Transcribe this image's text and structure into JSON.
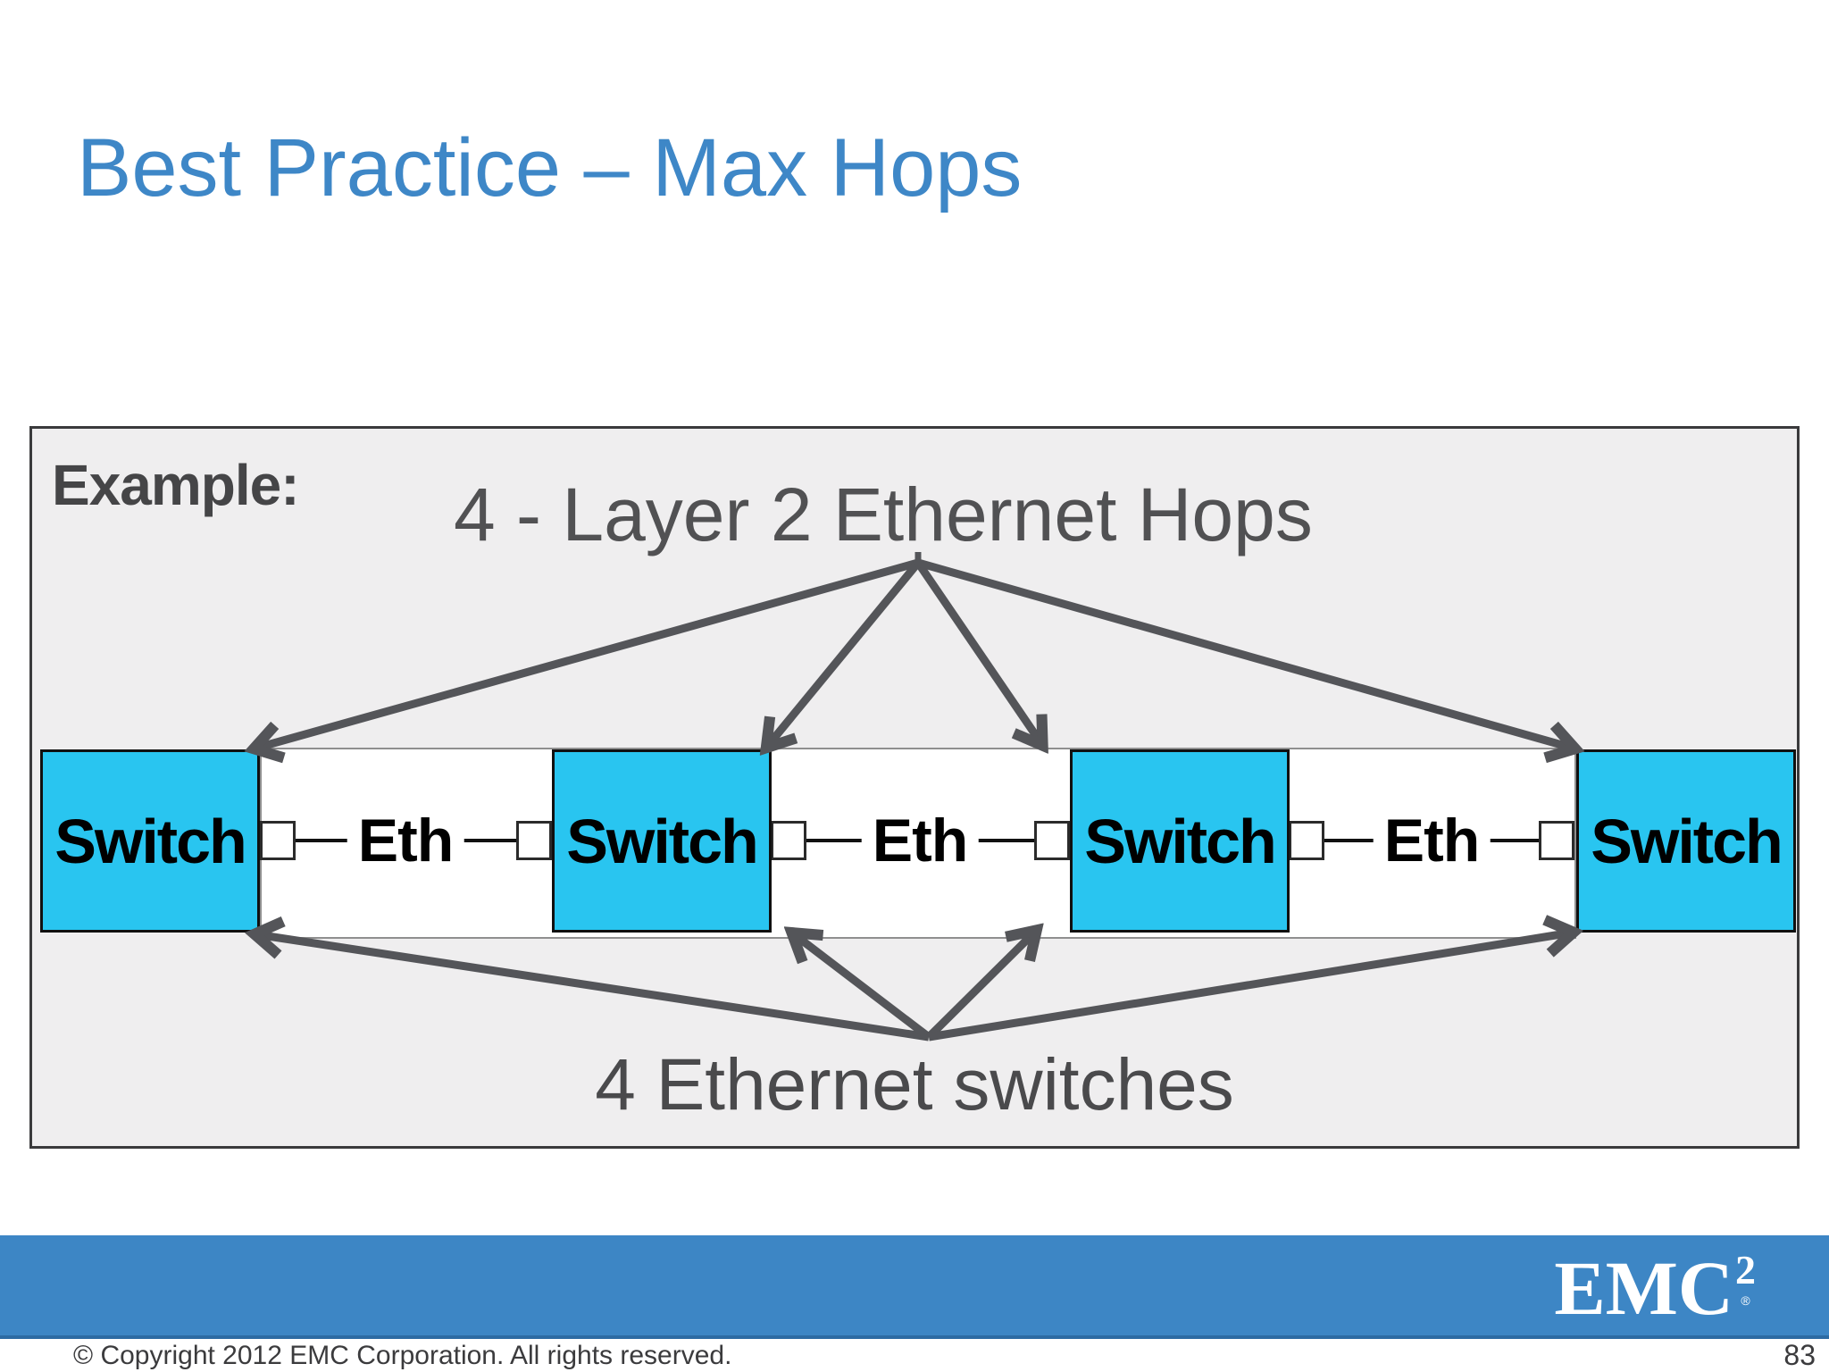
{
  "header": {
    "title": "Best Practice – Max Hops"
  },
  "diagram": {
    "example_label": "Example:",
    "top_caption": "4 - Layer 2 Ethernet Hops",
    "bottom_caption": "4 Ethernet switches",
    "switches": [
      {
        "label": "Switch"
      },
      {
        "label": "Switch"
      },
      {
        "label": "Switch"
      },
      {
        "label": "Switch"
      }
    ],
    "eth_links": [
      {
        "label": "Eth"
      },
      {
        "label": "Eth"
      },
      {
        "label": "Eth"
      }
    ]
  },
  "footer": {
    "copyright": "© Copyright 2012 EMC Corporation. All rights reserved.",
    "page_number": "83",
    "logo": {
      "name": "EMC",
      "superscript": "2",
      "registered": "®"
    }
  },
  "colors": {
    "title_blue": "#3E87C7",
    "switch_cyan": "#29C5F0",
    "footer_blue": "#3D86C5",
    "arrow_gray": "#545559",
    "box_background": "#EFEEEF"
  }
}
